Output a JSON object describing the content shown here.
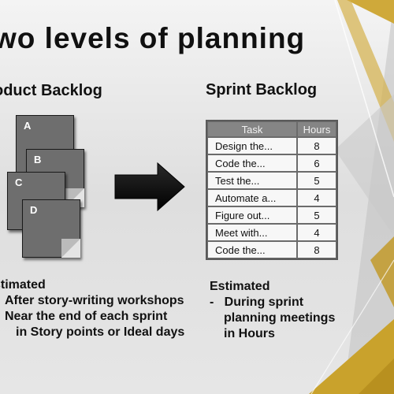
{
  "slide": {
    "title": "wo levels of planning",
    "colors": {
      "background": "#e4e4e4",
      "card": "#6e6e6e",
      "arrow": "#111111",
      "accent_gold": "#c9a22c",
      "table_header": "#858585"
    }
  },
  "product_backlog": {
    "title": "oduct Backlog",
    "cards": [
      "A",
      "B",
      "C",
      "D"
    ],
    "notes": {
      "heading": "stimated",
      "bullets": [
        "After story-writing workshops",
        "Near the end of each sprint"
      ],
      "continuation": "in Story points or Ideal days"
    }
  },
  "arrow": {
    "icon": "right-arrow-icon"
  },
  "sprint_backlog": {
    "title": "Sprint Backlog",
    "table": {
      "headers": [
        "Task",
        "Hours"
      ],
      "rows": [
        [
          "Design the...",
          "8"
        ],
        [
          "Code the...",
          "6"
        ],
        [
          "Test the...",
          "5"
        ],
        [
          "Automate a...",
          "4"
        ],
        [
          "Figure out...",
          "5"
        ],
        [
          "Meet with...",
          "4"
        ],
        [
          "Code the...",
          "8"
        ]
      ]
    },
    "notes": {
      "heading": "Estimated",
      "bullet": "-   During sprint",
      "continuation_1": "planning meetings",
      "continuation_2": "in Hours"
    }
  }
}
